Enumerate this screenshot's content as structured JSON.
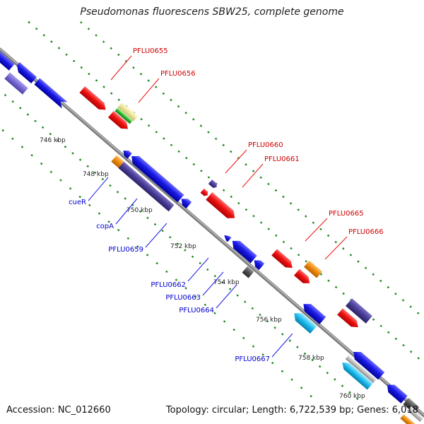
{
  "title": "Pseudomonas fluorescens SBW25, complete genome",
  "accession": "Accession: NC_012660",
  "topology": "Topology: circular; Length: 6,722,539 bp; Genes: 6,018",
  "colors": {
    "backbone": "#8c8c8c",
    "tick_dots": "#1f8a1f",
    "fwd_label": "#cc0000",
    "rev_label": "#0000cc",
    "red": "#ee1111",
    "blue": "#1a1ae6",
    "slate": "#4b3f9a",
    "lavender": "#7a6cd6",
    "orange": "#f08c0c",
    "green": "#2db82d",
    "cream": "#eee8a0",
    "cyan": "#22bfee",
    "gray": "#555555",
    "lightgray": "#c0c0c0"
  },
  "ticks": [
    "746 kbp",
    "748 kbp",
    "750 kbp",
    "752 kbp",
    "754 kbp",
    "756 kbp",
    "758 kbp",
    "760 kbp"
  ],
  "forward_labels": [
    "PFLU0655",
    "PFLU0656",
    "PFLU0660",
    "PFLU0661",
    "PFLU0665",
    "PFLU0666"
  ],
  "reverse_labels": [
    "cueR",
    "copA",
    "PFLU0659",
    "PFLU0662",
    "PFLU0663",
    "PFLU0664",
    "PFLU0667"
  ]
}
